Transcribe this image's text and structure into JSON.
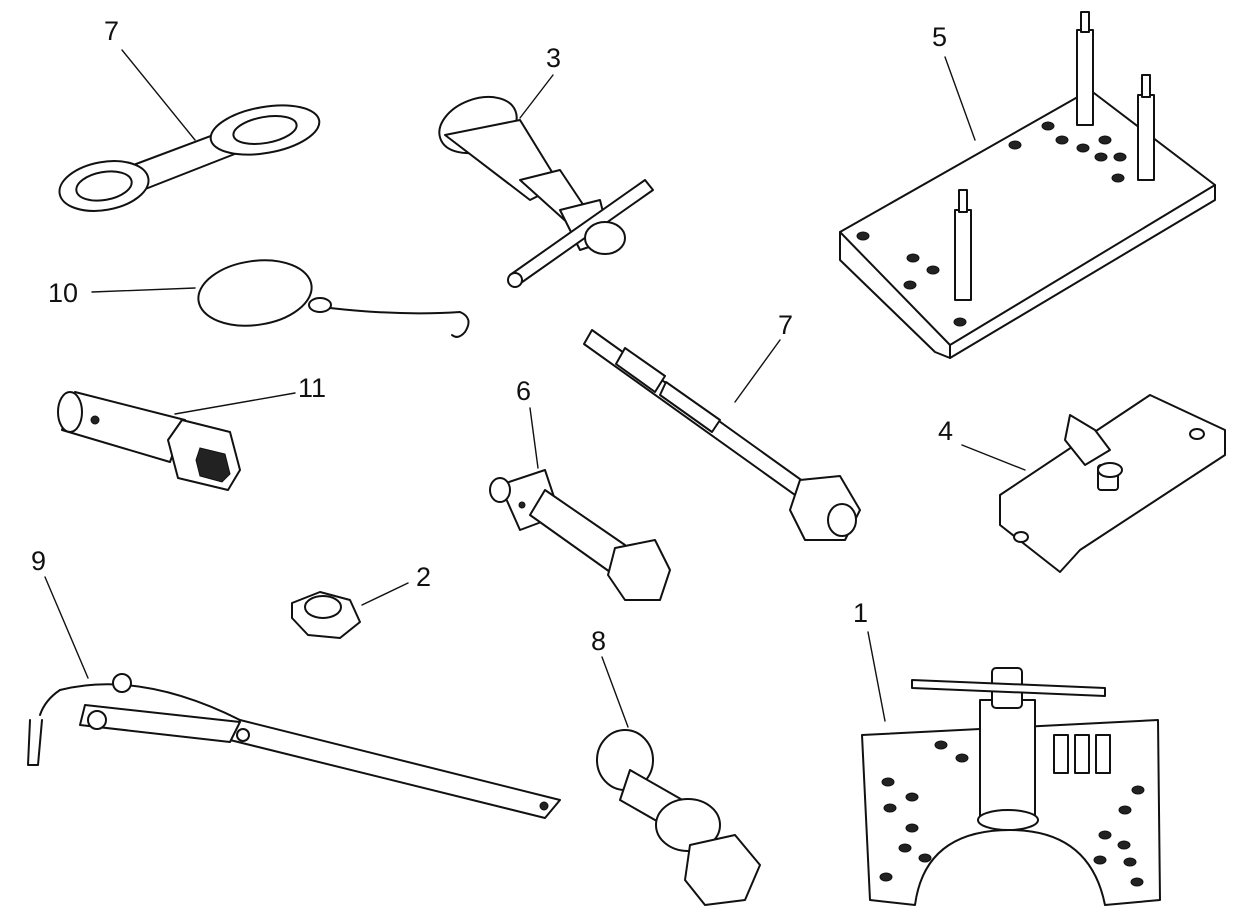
{
  "callouts": {
    "c1": "1",
    "c2": "2",
    "c3": "3",
    "c4": "4",
    "c5": "5",
    "c6": "6",
    "c7a": "7",
    "c7b": "7",
    "c8": "8",
    "c9": "9",
    "c10": "10",
    "c11": "11"
  },
  "colors": {
    "ink": "#111111",
    "paper": "#ffffff",
    "shade": "#d9d9d9"
  }
}
